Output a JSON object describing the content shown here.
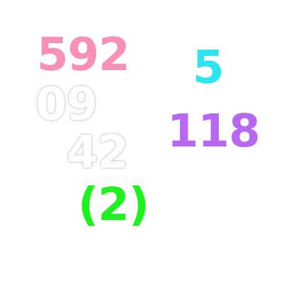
{
  "numbers": {
    "n592": {
      "text": "592",
      "color": "#f78fb7"
    },
    "n5": {
      "text": "5",
      "color": "#2de5ee"
    },
    "n09": {
      "text": "09",
      "color": "#ffffff"
    },
    "n118": {
      "text": "118",
      "color": "#b868f0"
    },
    "n42": {
      "text": "42",
      "color": "#ffffff"
    },
    "n2": {
      "text": "(2)",
      "color": "#1ef21e"
    }
  }
}
